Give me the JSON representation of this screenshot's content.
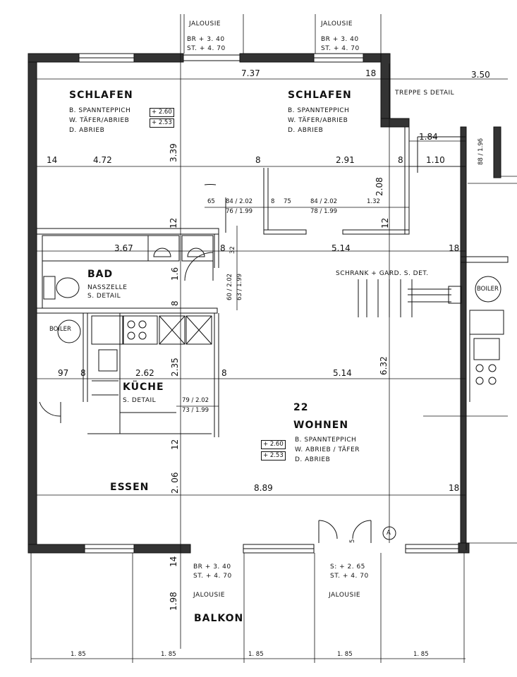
{
  "rooms": {
    "schlafen1": {
      "name": "SCHLAFEN",
      "b": "B. SPANNTEPPICH",
      "w": "W. TÄFER/ABRIEB",
      "d": "D. ABRIEB",
      "h1": "+ 2.60",
      "h2": "+ 2.53"
    },
    "schlafen2": {
      "name": "SCHLAFEN",
      "b": "B. SPANNTEPPICH",
      "w": "W. TÄFER/ABRIEB",
      "d": "D. ABRIEB"
    },
    "bad": {
      "name": "BAD",
      "l1": "NASSZELLE",
      "l2": "S. DETAIL"
    },
    "kueche": {
      "name": "KÜCHE",
      "l1": "S. DETAIL"
    },
    "wohnen": {
      "num": "22",
      "name": "WOHNEN",
      "b": "B. SPANNTEPPICH",
      "w": "W. ABRIEB / TÄFER",
      "d": "D. ABRIEB",
      "h1": "+ 2.60",
      "h2": "+ 2.53"
    },
    "essen": {
      "name": "ESSEN"
    },
    "balkon": {
      "name": "BALKON"
    }
  },
  "labels": {
    "jalousie": "JALOUSIE",
    "br_top": "BR + 3. 40",
    "st_top": "ST. + 4. 70",
    "br_bottom": "BR + 3. 40",
    "st_bottom": "ST. + 4. 70",
    "s_bottom": "S:  + 2. 65",
    "st_bottom2": "ST.  + 4. 70",
    "treppe": "TREPPE S DETAIL",
    "schrank": "SCHRANK + GARD. S. DET.",
    "boiler": "BOILER",
    "marker": "A"
  },
  "dims": {
    "d737": "7.37",
    "d18a": "18",
    "d350": "3.50",
    "d184": "1.84",
    "d88": "88 / 1.96",
    "d14": "14",
    "d472": "4.72",
    "d339": "3.39",
    "d8a": "8",
    "d291": "2.91",
    "d8b": "8",
    "d110": "1.10",
    "d208": "2.08",
    "d65": "65",
    "d84a": "84 / 2.02",
    "d76": "76 / 1.99",
    "d8c": "8",
    "d75": "75",
    "d84b": "84 / 2.02",
    "d78": "78 / 1.99",
    "d132": "1.32",
    "d12a": "12",
    "d12b": "12",
    "d367": "3.67",
    "d8d": "8",
    "d32": "32",
    "d514a": "5.14",
    "d18b": "18",
    "d16": "1.6",
    "d60": "60 / 2.02",
    "d63": "63 / 1.99",
    "d8e": "8",
    "d97": "97",
    "d8f": "8",
    "d262": "2.62",
    "d235": "2.35",
    "d8g": "8",
    "d514b": "5.14",
    "d632": "6.32",
    "d79": "79 / 2.02",
    "d73": "73 / 1.99",
    "d12c": "12",
    "d206": "2. 06",
    "d889": "8.89",
    "d18c": "18",
    "d14b": "14",
    "d198": "1.98",
    "d5": "5",
    "b1": "1. 85",
    "b2": "1. 85",
    "b3": "1. 85",
    "b4": "1. 85",
    "b5": "1. 85"
  }
}
